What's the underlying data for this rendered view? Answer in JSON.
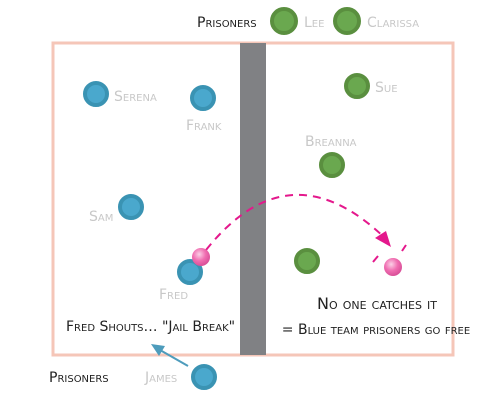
{
  "labels": {
    "prisoners_top": "Prisoners",
    "prisoners_bottom": "Prisoners",
    "callout_shout": "Fred Shouts… \"Jail Break\"",
    "result_line1": "No one catches it",
    "result_line2": "= Blue team prisoners go free"
  },
  "players": {
    "lee": "Lee",
    "clarissa": "Clarissa",
    "serena": "Serena",
    "frank": "Frank",
    "sam": "Sam",
    "fred": "Fred",
    "james": "James",
    "sue": "Sue",
    "breanna": "Breanna"
  },
  "colors": {
    "court_border": "#f5c6b8",
    "center_line": "#808184",
    "blue_team": "#3a93b3",
    "blue_team_inner": "#4aa8cd",
    "green_team": "#5a8f3f",
    "green_team_inner": "#6aa84f",
    "ball": "#f06eb1",
    "throw_path": "#e4188c",
    "pointer_arrow": "#4e9cbc",
    "label_text": "#c8c8c8",
    "dark_text": "#222222"
  }
}
